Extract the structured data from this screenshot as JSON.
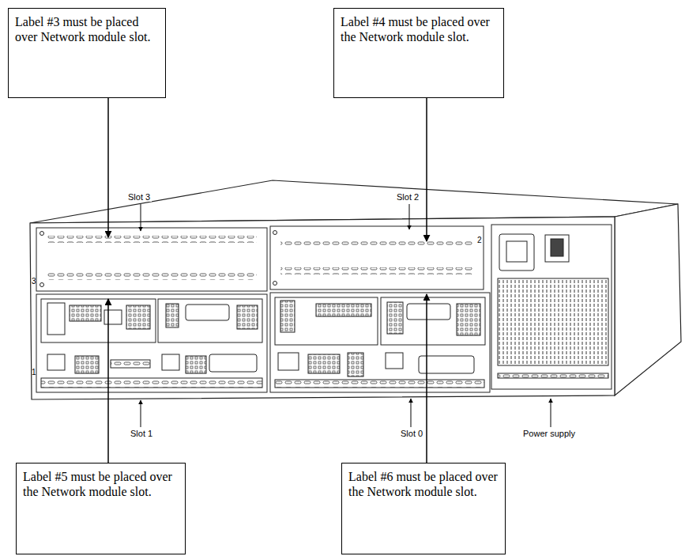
{
  "diagram": {
    "nodes": [
      {
        "text": [
          "Label #3 must be placed over Network module slot."
        ]
      },
      {
        "text": [
          "Label #4 must be placed over the Network module slot."
        ]
      },
      {
        "text": [
          "Label #5 must be placed over the Network module slot."
        ]
      },
      {
        "text": [
          "Label #6 must be placed over the Network module slot."
        ]
      }
    ],
    "labels": [
      "Slot 3",
      "Slot 2",
      "Slot 1",
      "Slot 0",
      "Power supply",
      "3",
      "2",
      "1"
    ]
  }
}
